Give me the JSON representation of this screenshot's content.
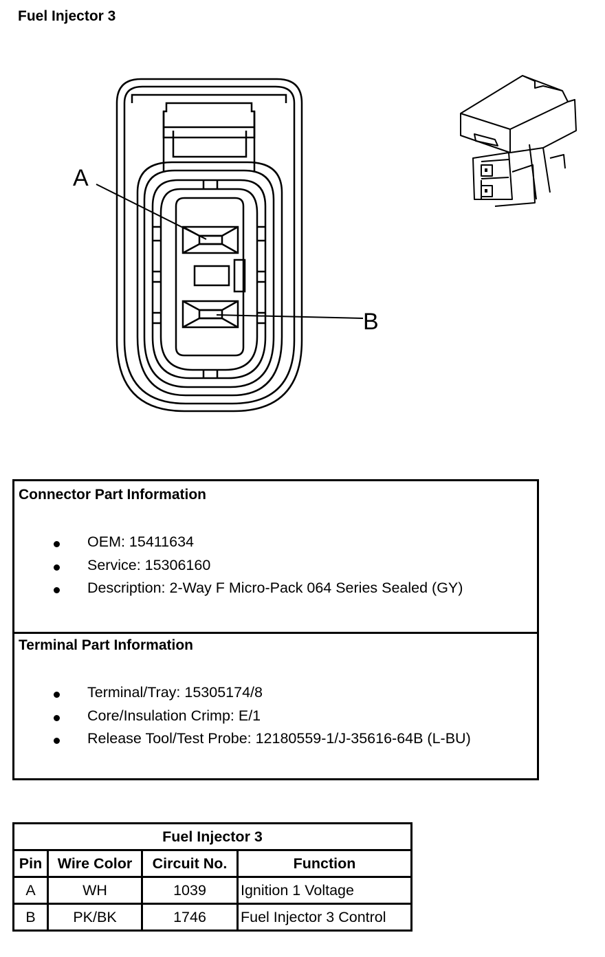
{
  "title": "Fuel Injector 3",
  "diagram": {
    "label_a": "A",
    "label_b": "B"
  },
  "connector_info": {
    "heading": "Connector Part Information",
    "items": [
      "OEM: 15411634",
      "Service: 15306160",
      "Description: 2-Way F Micro-Pack 064 Series Sealed (GY)"
    ]
  },
  "terminal_info": {
    "heading": "Terminal Part Information",
    "items": [
      "Terminal/Tray: 15305174/8",
      "Core/Insulation Crimp: E/1",
      "Release Tool/Test Probe: 12180559-1/J-35616-64B (L-BU)"
    ]
  },
  "pin_table": {
    "title": "Fuel Injector 3",
    "headers": [
      "Pin",
      "Wire Color",
      "Circuit No.",
      "Function"
    ],
    "rows": [
      [
        "A",
        "WH",
        "1039",
        "Ignition 1 Voltage"
      ],
      [
        "B",
        "PK/BK",
        "1746",
        "Fuel Injector 3 Control"
      ]
    ]
  }
}
